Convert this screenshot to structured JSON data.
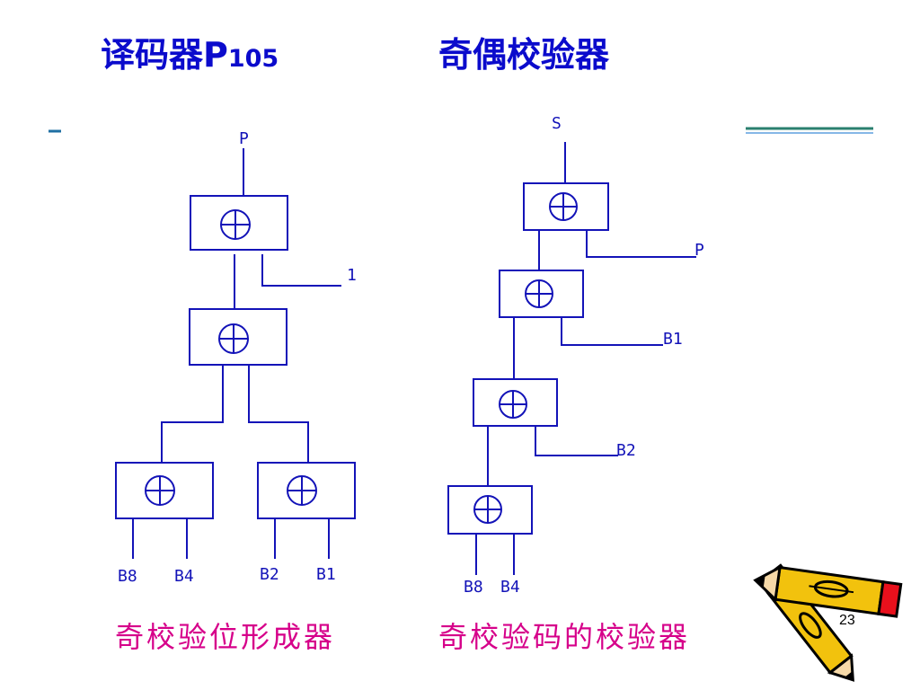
{
  "header": {
    "left_title_main": "译码器P",
    "left_title_num": "105",
    "right_title": "奇偶校验器"
  },
  "generator": {
    "output_label": "P",
    "constant_label": "1",
    "input_labels": [
      "B8",
      "B4",
      "B2",
      "B1"
    ],
    "gate_symbol": "⊕",
    "caption": "奇校验位形成器"
  },
  "checker": {
    "output_label": "S",
    "side_inputs": [
      "P",
      "B1",
      "B2"
    ],
    "bottom_inputs": [
      "B8",
      "B4"
    ],
    "gate_symbol": "⊕",
    "caption": "奇校验码的校验器"
  },
  "footer": {
    "page_number": "23",
    "decoration": "pencil-clipart"
  },
  "colors": {
    "title": "#0b0bcc",
    "caption": "#d6008a",
    "diagram": "#1313b8",
    "divider_left": "#1f6fa3",
    "divider_right": "#2a7f6f"
  }
}
